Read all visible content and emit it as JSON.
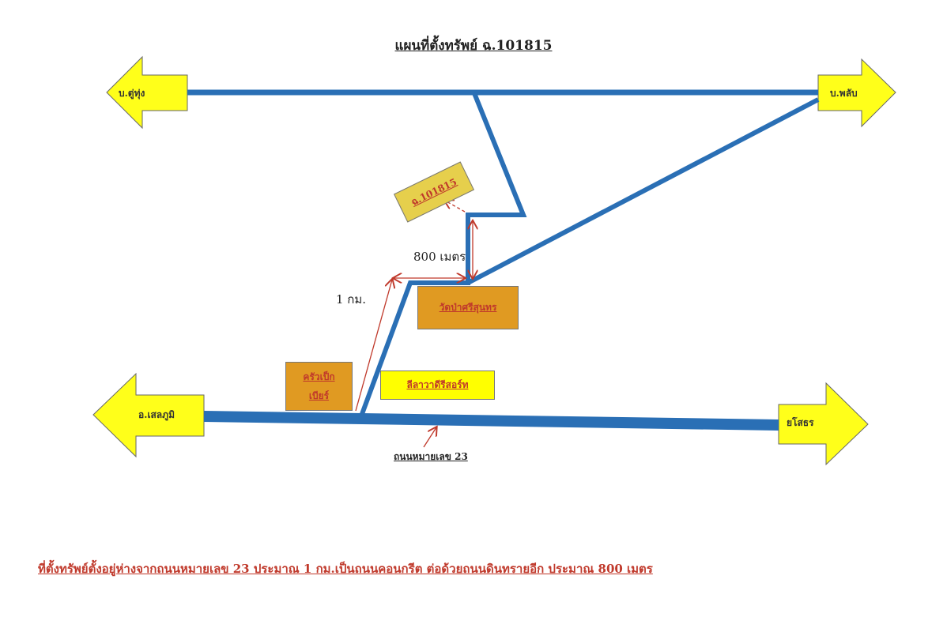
{
  "title": "แผนที่ตั้งทรัพย์ ฉ.101815",
  "directions": {
    "top_left": "บ.ตู่ทุ่ง",
    "top_right": "บ.พลับ",
    "bottom_left": "อ.เสลภูมิ",
    "bottom_right": "ยโสธร"
  },
  "landmarks": {
    "property": "ฉ.101815",
    "temple": "วัดป่าศรีสุนทร",
    "restaurant": "ครัวเป็กเบียร์",
    "resort": "ลีลาวาดีรีสอร์ท"
  },
  "distances": {
    "dirt_road": "800 เมตร",
    "concrete_road": "1 กม."
  },
  "main_road": "ถนนหมายเลข 23",
  "note": "ที่ตั้งทรัพย์ตั้งอยู่ห่างจากถนนหมายเลข 23 ประมาณ 1 กม.เป็นถนนคอนกรีต  ต่อด้วยถนนดินทรายอีก ประมาณ 800 เมตร",
  "colors": {
    "road": "#2a6fb5",
    "arrow": "#ffff1a",
    "annot": "#c0392b",
    "box_orange": "#e09a22",
    "box_yellow": "#ffff00",
    "box_property": "#e6cf4c"
  }
}
